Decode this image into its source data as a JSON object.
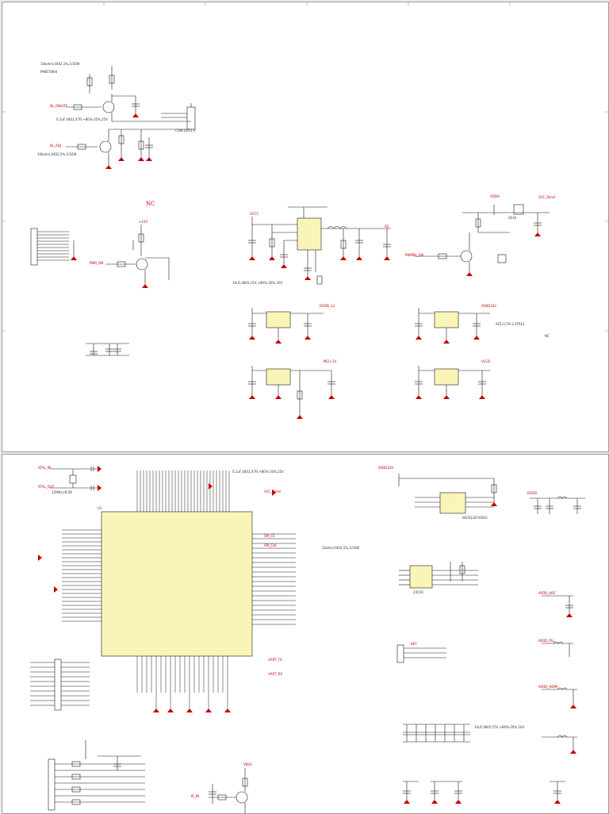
{
  "sheets": {
    "top": {
      "nc_label": "NC",
      "nets": {
        "bl_on": "BL_ON/OFF",
        "bl_adj": "BL_ADJ",
        "pwr_on": "PWR_ON",
        "pwm_bl": "PWMBL_ON",
        "vcc_panel": "VCC_Panel",
        "avdd_33": "AVDD33V",
        "dvdd_12": "DVDD_12",
        "vin_12v": "+12V",
        "vcc5": "VCC5",
        "fb1": "FB",
        "mcu5v": "MCU_5V",
        "vddh": "VDDH",
        "vlcd": "VLCD"
      },
      "notes": {
        "res_a": "33kohm,0402,1%,1/16W",
        "res_b": "10kohm,0402,5%,1/16W",
        "cap_a": "0.1uF,0402,X7R,+80%-20%,25V",
        "cap_b": "10uF,0805,Y5V,+80%-20%,16V",
        "transistor": "PMBT3904",
        "ldo": "AZ1117H-3.3TRE1",
        "nc_line": "NC",
        "diode": "SS34",
        "connector": "CON-1x5,2.0"
      }
    },
    "bottom": {
      "nets": {
        "xtal_in": "XTAL_IN",
        "xtal_out": "XTAL_OUT",
        "avdd33": "AVDD33V",
        "vcc_panel": "VCC_Panel",
        "spi_cs": "SPI_CS",
        "spi_clk": "SPI_CLK",
        "uart_tx": "UART_TX",
        "uart_rx": "UART_RX",
        "ir_in": "IR_IN",
        "key": "KEY",
        "avdd_adc": "AVDD_ADC",
        "avdd_pll": "AVDD_PLL",
        "avdd_hdmi": "AVDD_HDMI",
        "dvdd": "DVDD",
        "vbus": "VBUS"
      },
      "notes": {
        "res_a": "33ohm,0402,5%,1/16W",
        "cap_a": "0.1uF,0402,X7R,+80%-20%,25V",
        "cap_b": "10uF,0805,Y5V,+80%-20%,16V",
        "crystal": "12MHz,HC49",
        "flash": "W25Q32FVSSIG",
        "eeprom": "24C02",
        "ic_main": "U1"
      }
    }
  }
}
